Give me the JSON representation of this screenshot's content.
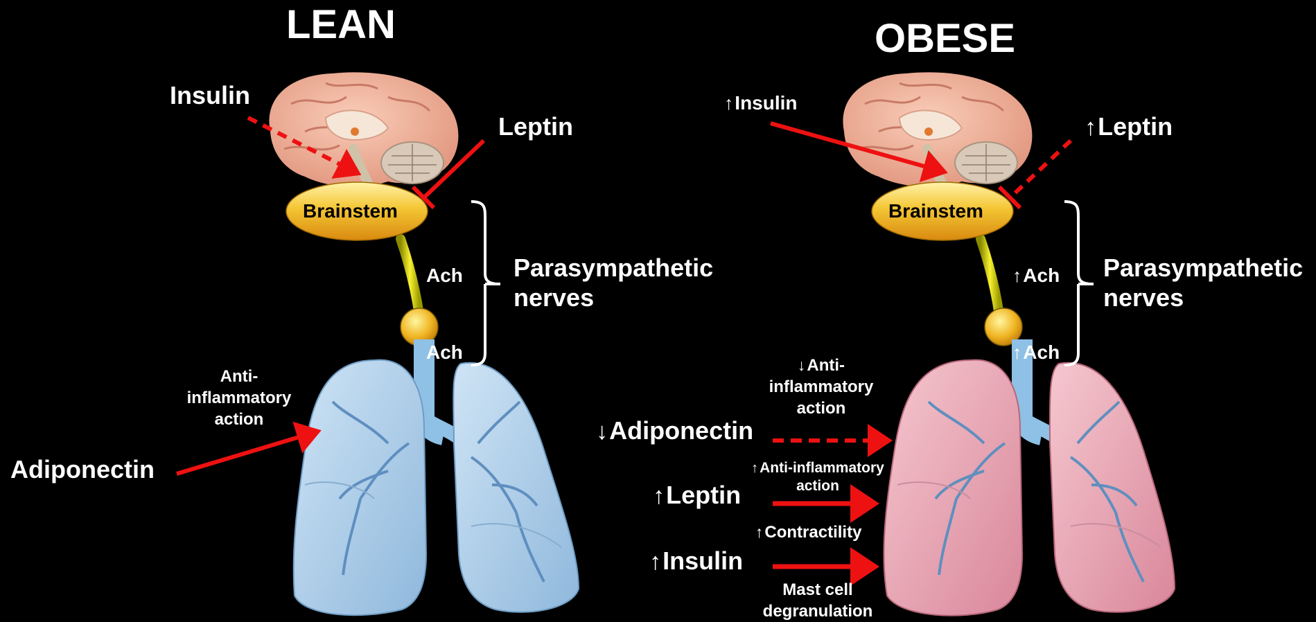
{
  "lean": {
    "title": "LEAN",
    "insulin": "Insulin",
    "leptin": "Leptin",
    "brainstem": "Brainstem",
    "ach_upper": "Ach",
    "ach_lower": "Ach",
    "parasympathetic_line1": "Parasympathetic",
    "parasympathetic_line2": "nerves",
    "anti_line1": "Anti-",
    "anti_line2": "inflammatory",
    "anti_line3": "action",
    "adiponectin": "Adiponectin"
  },
  "obese": {
    "title": "OBESE",
    "insulin": "Insulin",
    "leptin": "Leptin",
    "brainstem": "Brainstem",
    "ach_upper": "Ach",
    "ach_lower": "Ach",
    "parasympathetic_line1": "Parasympathetic",
    "parasympathetic_line2": "nerves",
    "anti_line1": "Anti-",
    "anti_line2": "inflammatory",
    "anti_line3": "action",
    "adiponectin": "Adiponectin",
    "anti2_line1": "Anti-inflammatory",
    "anti2_line2": "action",
    "leptin_lung": "Leptin",
    "contractility": "Contractility",
    "insulin_lung": "Insulin",
    "mast_line1": "Mast cell",
    "mast_line2": "degranulation"
  },
  "symbols": {
    "up": "↑",
    "down": "↓"
  },
  "colors": {
    "background": "#000000",
    "arrow_red": "#ee1111",
    "brainstem_yellow": "#f2c12e",
    "nerve_yellow": "#e8e000",
    "lean_lung": "#a9cde8",
    "obese_lung": "#e9a7b1",
    "airway_blue": "#7fb3dd",
    "brain_pink": "#f3b39c"
  }
}
